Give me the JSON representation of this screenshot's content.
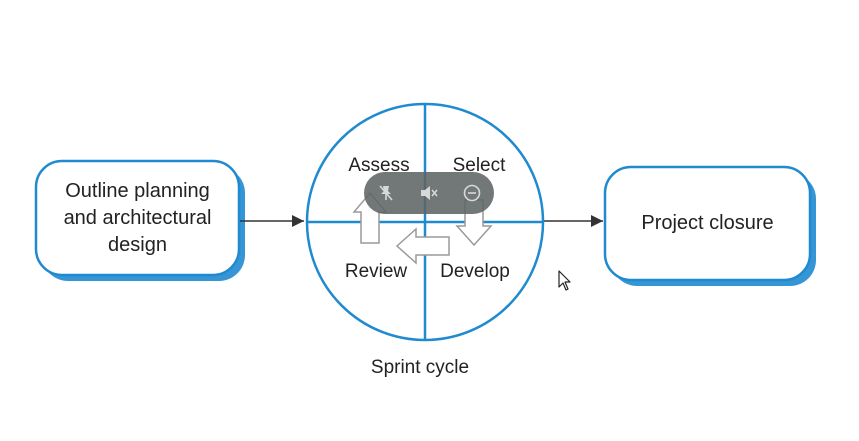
{
  "diagram": {
    "start_box": {
      "label_lines": [
        "Outline planning",
        "and architectural",
        "design"
      ]
    },
    "end_box": {
      "label": "Project closure"
    },
    "cycle": {
      "quadrants": {
        "assess": "Assess",
        "select": "Select",
        "review": "Review",
        "develop": "Develop"
      },
      "caption": "Sprint cycle"
    }
  },
  "colors": {
    "stroke": "#1f8ad0",
    "box_shadow": "#1f8ad0",
    "arrow": "#333333",
    "quad_arrow_stroke": "#9a9a9a",
    "text": "#222222"
  },
  "overlay": {
    "icons": [
      "pin-off-icon",
      "mute-icon",
      "minimize-icon"
    ]
  }
}
